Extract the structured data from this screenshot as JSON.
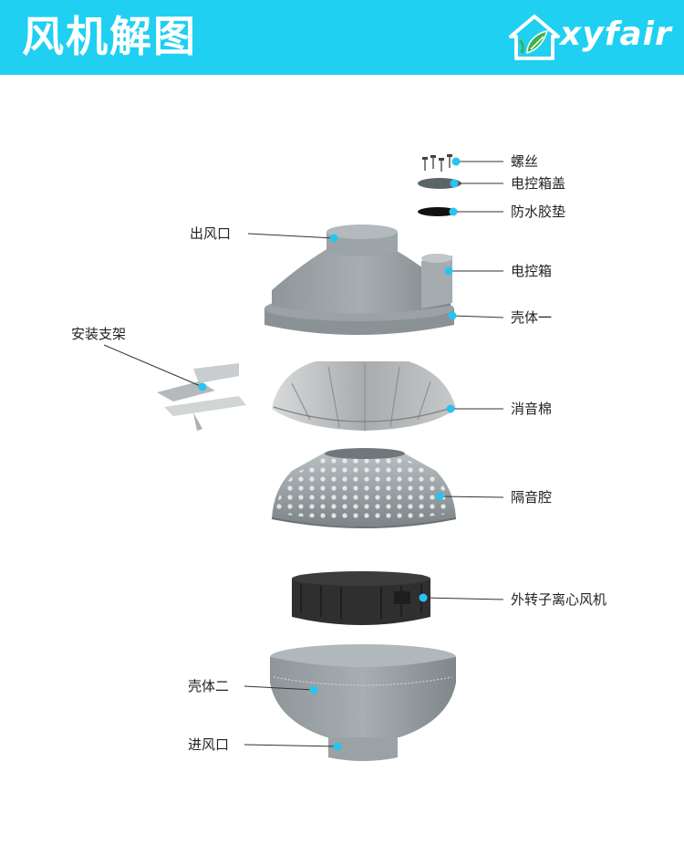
{
  "header": {
    "title": "风机解图",
    "logo_text": "xyfair",
    "background_color": "#1fd0f2"
  },
  "parts": [
    {
      "id": "screw",
      "label": "螺丝"
    },
    {
      "id": "control-box-lid",
      "label": "电控箱盖"
    },
    {
      "id": "waterproof-gasket",
      "label": "防水胶垫"
    },
    {
      "id": "air-outlet",
      "label": "出风口"
    },
    {
      "id": "control-box",
      "label": "电控箱"
    },
    {
      "id": "housing-one",
      "label": "壳体一"
    },
    {
      "id": "mounting-bracket",
      "label": "安装支架"
    },
    {
      "id": "sound-absorbing-cotton",
      "label": "消音棉"
    },
    {
      "id": "sound-insulation-chamber",
      "label": "隔音腔"
    },
    {
      "id": "external-rotor-centrifugal-fan",
      "label": "外转子离心风机"
    },
    {
      "id": "housing-two",
      "label": "壳体二"
    },
    {
      "id": "air-inlet",
      "label": "进风口"
    }
  ],
  "colors": {
    "marker": "#29c3ef",
    "leader_line": "#333333",
    "housing": "#9aa2a6",
    "fan": "#2e2e2e"
  }
}
